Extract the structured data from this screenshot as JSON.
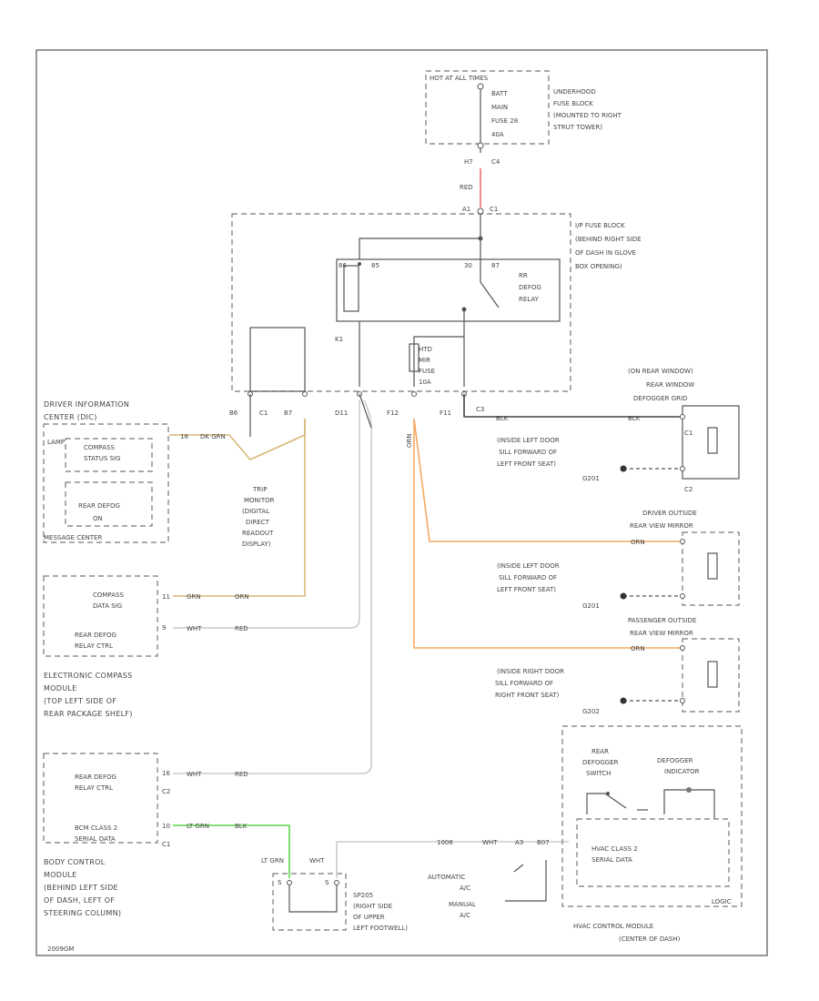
{
  "colors": {
    "red_wire": "#f07070",
    "orange_wire": "#f4a860",
    "tan_wire": "#d8b878",
    "green_wire": "#5cd64a",
    "white_wire": "#cccccc",
    "black_wire": "#444444",
    "frame": "#777777"
  },
  "hot": {
    "title": "HOT AT ALL TIMES",
    "fuse_lines": [
      "BATT",
      "MAIN",
      "FUSE 28",
      "40A"
    ],
    "block_lines": [
      "UNDERHOOD",
      "FUSE BLOCK",
      "(MOUNTED TO RIGHT",
      "STRUT TOWER)"
    ],
    "pin1": "H7",
    "pin2": "C4",
    "wire": "RED"
  },
  "ip_fuse": {
    "pin_top1": "A1",
    "pin_top2": "C1",
    "block_lines": [
      "I/P FUSE BLOCK",
      "(BEHIND RIGHT SIDE",
      "OF DASH IN GLOVE",
      "BOX OPENING)"
    ],
    "relay_lines": [
      "RR",
      "DEFOG",
      "RELAY"
    ],
    "pin_86": "86",
    "pin_85": "85",
    "pin_30": "30",
    "pin_87": "87",
    "fuse_lines": [
      "HTD",
      "MIR",
      "FUSE",
      "10A"
    ],
    "k1": "K1"
  },
  "connectors": {
    "b6": "B6",
    "c1": "C1",
    "b7": "B7",
    "d11": "D11",
    "f12": "F12",
    "f11": "F11",
    "c3": "C3"
  },
  "dic": {
    "title_lines": [
      "DRIVER INFORMATION",
      "CENTER (DIC)"
    ],
    "compass_lines": [
      "COMPASS",
      "STATUS SIG"
    ],
    "rear_defog_lines": [
      "REAR DEFOG",
      "ON"
    ],
    "message_center": "MESSAGE CENTER",
    "lamp": "LAMP",
    "pin": "16",
    "wire1": "DK GRN"
  },
  "trip_monitor": [
    "TRIP",
    "MONITOR",
    "(DIGITAL",
    "DIRECT",
    "READOUT",
    "DISPLAY)"
  ],
  "compass": {
    "data_lines": [
      "COMPASS",
      "DATA SIG"
    ],
    "relay_lines": [
      "REAR DEFOG",
      "RELAY CTRL"
    ],
    "pin_data": "11",
    "pin_relay": "9",
    "wire_data": "GRN",
    "wire_data2": "ORN",
    "wire_relay": "WHT",
    "wire_relay2": "RED",
    "module_lines": [
      "ELECTRONIC COMPASS",
      "MODULE",
      "(TOP LEFT SIDE OF",
      "REAR PACKAGE SHELF)"
    ]
  },
  "bcm": {
    "relay_lines": [
      "REAR DEFOG",
      "RELAY CTRL"
    ],
    "class2_lines": [
      "BCM CLASS 2",
      "SERIAL DATA"
    ],
    "pin_relay": "16",
    "pin_c2": "C2",
    "pin_class2": "10",
    "pin_c1": "C1",
    "wire_relay": "WHT",
    "wire_relay2": "RED",
    "wire_class2": "LT GRN",
    "wire_class2b": "BLK",
    "module_lines": [
      "BODY CONTROL",
      "MODULE",
      "(BEHIND LEFT SIDE",
      "OF DASH, LEFT OF",
      "STEERING COLUMN)"
    ]
  },
  "grids": {
    "rear_window": {
      "title_lines": [
        "(ON REAR WINDOW)",
        "REAR WINDOW",
        "DEFOGGER GRID"
      ],
      "wire": "BLK",
      "pin1": "C1",
      "pin2": "C2",
      "ground_lines": [
        "(INSIDE LEFT DOOR",
        "SILL FORWARD OF",
        "LEFT FRONT SEAT)"
      ],
      "ground": "G201"
    },
    "driver_mirror": {
      "title_lines": [
        "DRIVER OUTSIDE",
        "REAR VIEW MIRROR"
      ],
      "wire": "ORN",
      "ground_lines": [
        "(INSIDE LEFT DOOR",
        "SILL FORWARD OF",
        "LEFT FRONT SEAT)"
      ],
      "ground": "G201"
    },
    "pass_mirror": {
      "title_lines": [
        "PASSENGER OUTSIDE",
        "REAR VIEW MIRROR"
      ],
      "wire": "ORN",
      "ground_lines": [
        "(INSIDE RIGHT DOOR",
        "SILL FORWARD OF",
        "RIGHT FRONT SEAT)"
      ],
      "ground": "G202"
    }
  },
  "hvac": {
    "switch_lines": [
      "REAR",
      "DEFOGGER",
      "SWITCH"
    ],
    "indicator_lines": [
      "DEFOGGER",
      "INDICATOR"
    ],
    "class2_lines": [
      "HVAC CLASS 2",
      "SERIAL DATA"
    ],
    "module_lines": [
      "HVAC CONTROL MODULE",
      "(CENTER OF DASH)"
    ],
    "logic": "LOGIC",
    "wire1": "1008",
    "wire2": "WHT",
    "pin_a": "A3",
    "pin_b": "B07",
    "auto": [
      "AUTOMATIC",
      "A/C"
    ],
    "manual": [
      "MANUAL",
      "A/C"
    ]
  },
  "splice": {
    "lines": [
      "SP205",
      "(RIGHT SIDE",
      "OF UPPER",
      "LEFT FOOTWELL)"
    ],
    "wire_left": "LT GRN",
    "wire_right": "WHT",
    "p1": "S",
    "p2": "S"
  },
  "footer": "2009GM"
}
